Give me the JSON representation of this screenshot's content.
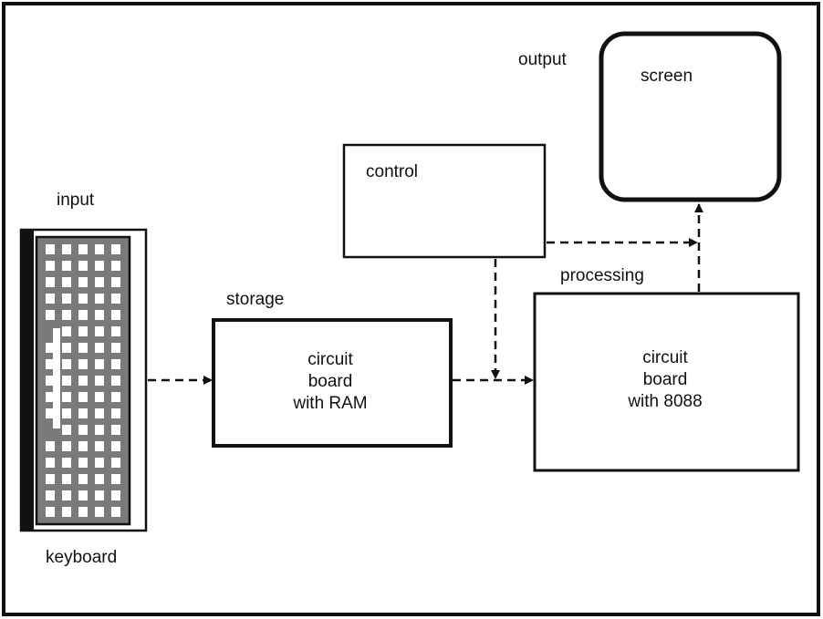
{
  "labels": {
    "input": "input",
    "keyboard": "keyboard",
    "storage": "storage",
    "control": "control",
    "processing": "processing",
    "output": "output",
    "screen": "screen"
  },
  "ram_board": {
    "line1": "circuit",
    "line2": "board",
    "line3": "with RAM"
  },
  "cpu_board": {
    "line1": "circuit",
    "line2": "board",
    "line3": "with 8088"
  },
  "colors": {
    "ink": "#111111",
    "keyboard_face": "#7a7a7a",
    "background": "#ffffff"
  },
  "icons": {
    "keyboard": "keyboard-icon"
  }
}
